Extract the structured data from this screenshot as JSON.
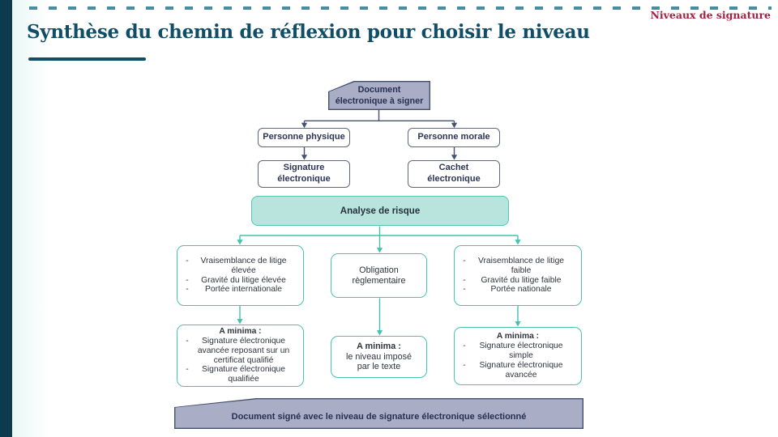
{
  "header": {
    "badge": "Niveaux de signature",
    "title": "Synthèse du chemin de réflexion pour choisir le niveau"
  },
  "flow": {
    "document_box": "Document\nélectronique à signer",
    "personne_physique": "Personne physique",
    "personne_morale": "Personne morale",
    "signature_electronique": "Signature\nélectronique",
    "cachet_electronique": "Cachet\nélectronique",
    "analyse_risque": "Analyse de risque",
    "branch_left": {
      "items": [
        "Vraisemblance de litige élevée",
        "Gravité du litige élevée",
        "Portée internationale"
      ]
    },
    "branch_middle": "Obligation\nrèglementaire",
    "branch_right": {
      "items": [
        "Vraisemblance de litige faible",
        "Gravité du litige faible",
        "Portée nationale"
      ]
    },
    "minima_left": {
      "header": "A minima :",
      "items": [
        "Signature électronique avancée reposant sur un certificat qualifié",
        "Signature électronique qualifiée"
      ]
    },
    "minima_middle": {
      "header": "A minima :",
      "body": "le niveau imposé\npar le texte"
    },
    "minima_right": {
      "header": "A minima :",
      "items": [
        "Signature électronique simple",
        "Signature électronique avancée"
      ]
    },
    "result_banner": "Document signé avec le niveau de signature électronique sélectionné"
  },
  "colors": {
    "accent_bar": "#0d3b4d",
    "title_text": "#0f4e66",
    "badge_red": "#a32142",
    "connector_navy": "#44506f",
    "connector_teal": "#45c0ae",
    "gray_node_fill": "#a9aec6",
    "analyse_fill": "#b9e4dd",
    "teal_border": "#4cc2b0"
  }
}
